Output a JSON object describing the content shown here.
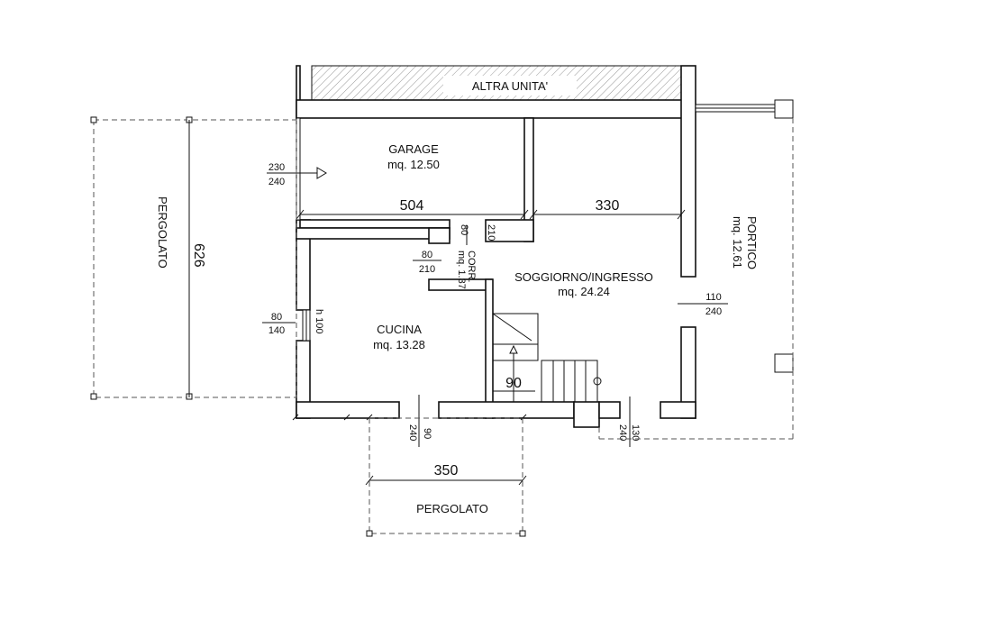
{
  "rooms": {
    "altra_unita": "ALTRA UNITA'",
    "garage": {
      "name": "GARAGE",
      "area": "mq. 12.50"
    },
    "soggiorno": {
      "name": "SOGGIORNO/INGRESSO",
      "area": "mq. 24.24"
    },
    "cucina": {
      "name": "CUCINA",
      "area": "mq. 13.28"
    },
    "portico": {
      "name": "PORTICO",
      "area": "mq. 12.61"
    },
    "pergolato_left": "PERGOLATO",
    "pergolato_bottom": "PERGOLATO",
    "corridoio": {
      "name": "CORR.",
      "area": "mq. 1.37"
    }
  },
  "dimensions": {
    "garage_width": "504",
    "soggiorno_width": "330",
    "pergolato_left_length": "626",
    "pergolato_bottom_width": "350",
    "stair": "90"
  },
  "openings": {
    "garage_door": {
      "w": "230",
      "h": "240"
    },
    "corr_door": {
      "w": "80",
      "h": "210"
    },
    "kitchen_door": {
      "w": "80",
      "h": "210"
    },
    "kitchen_window": {
      "w": "80",
      "h": "140",
      "sill": "h 100"
    },
    "living_door": {
      "w": "110",
      "h": "240"
    },
    "kitchen_south": {
      "w": "90",
      "h": "240"
    },
    "living_south": {
      "w": "130",
      "h": "240"
    }
  }
}
